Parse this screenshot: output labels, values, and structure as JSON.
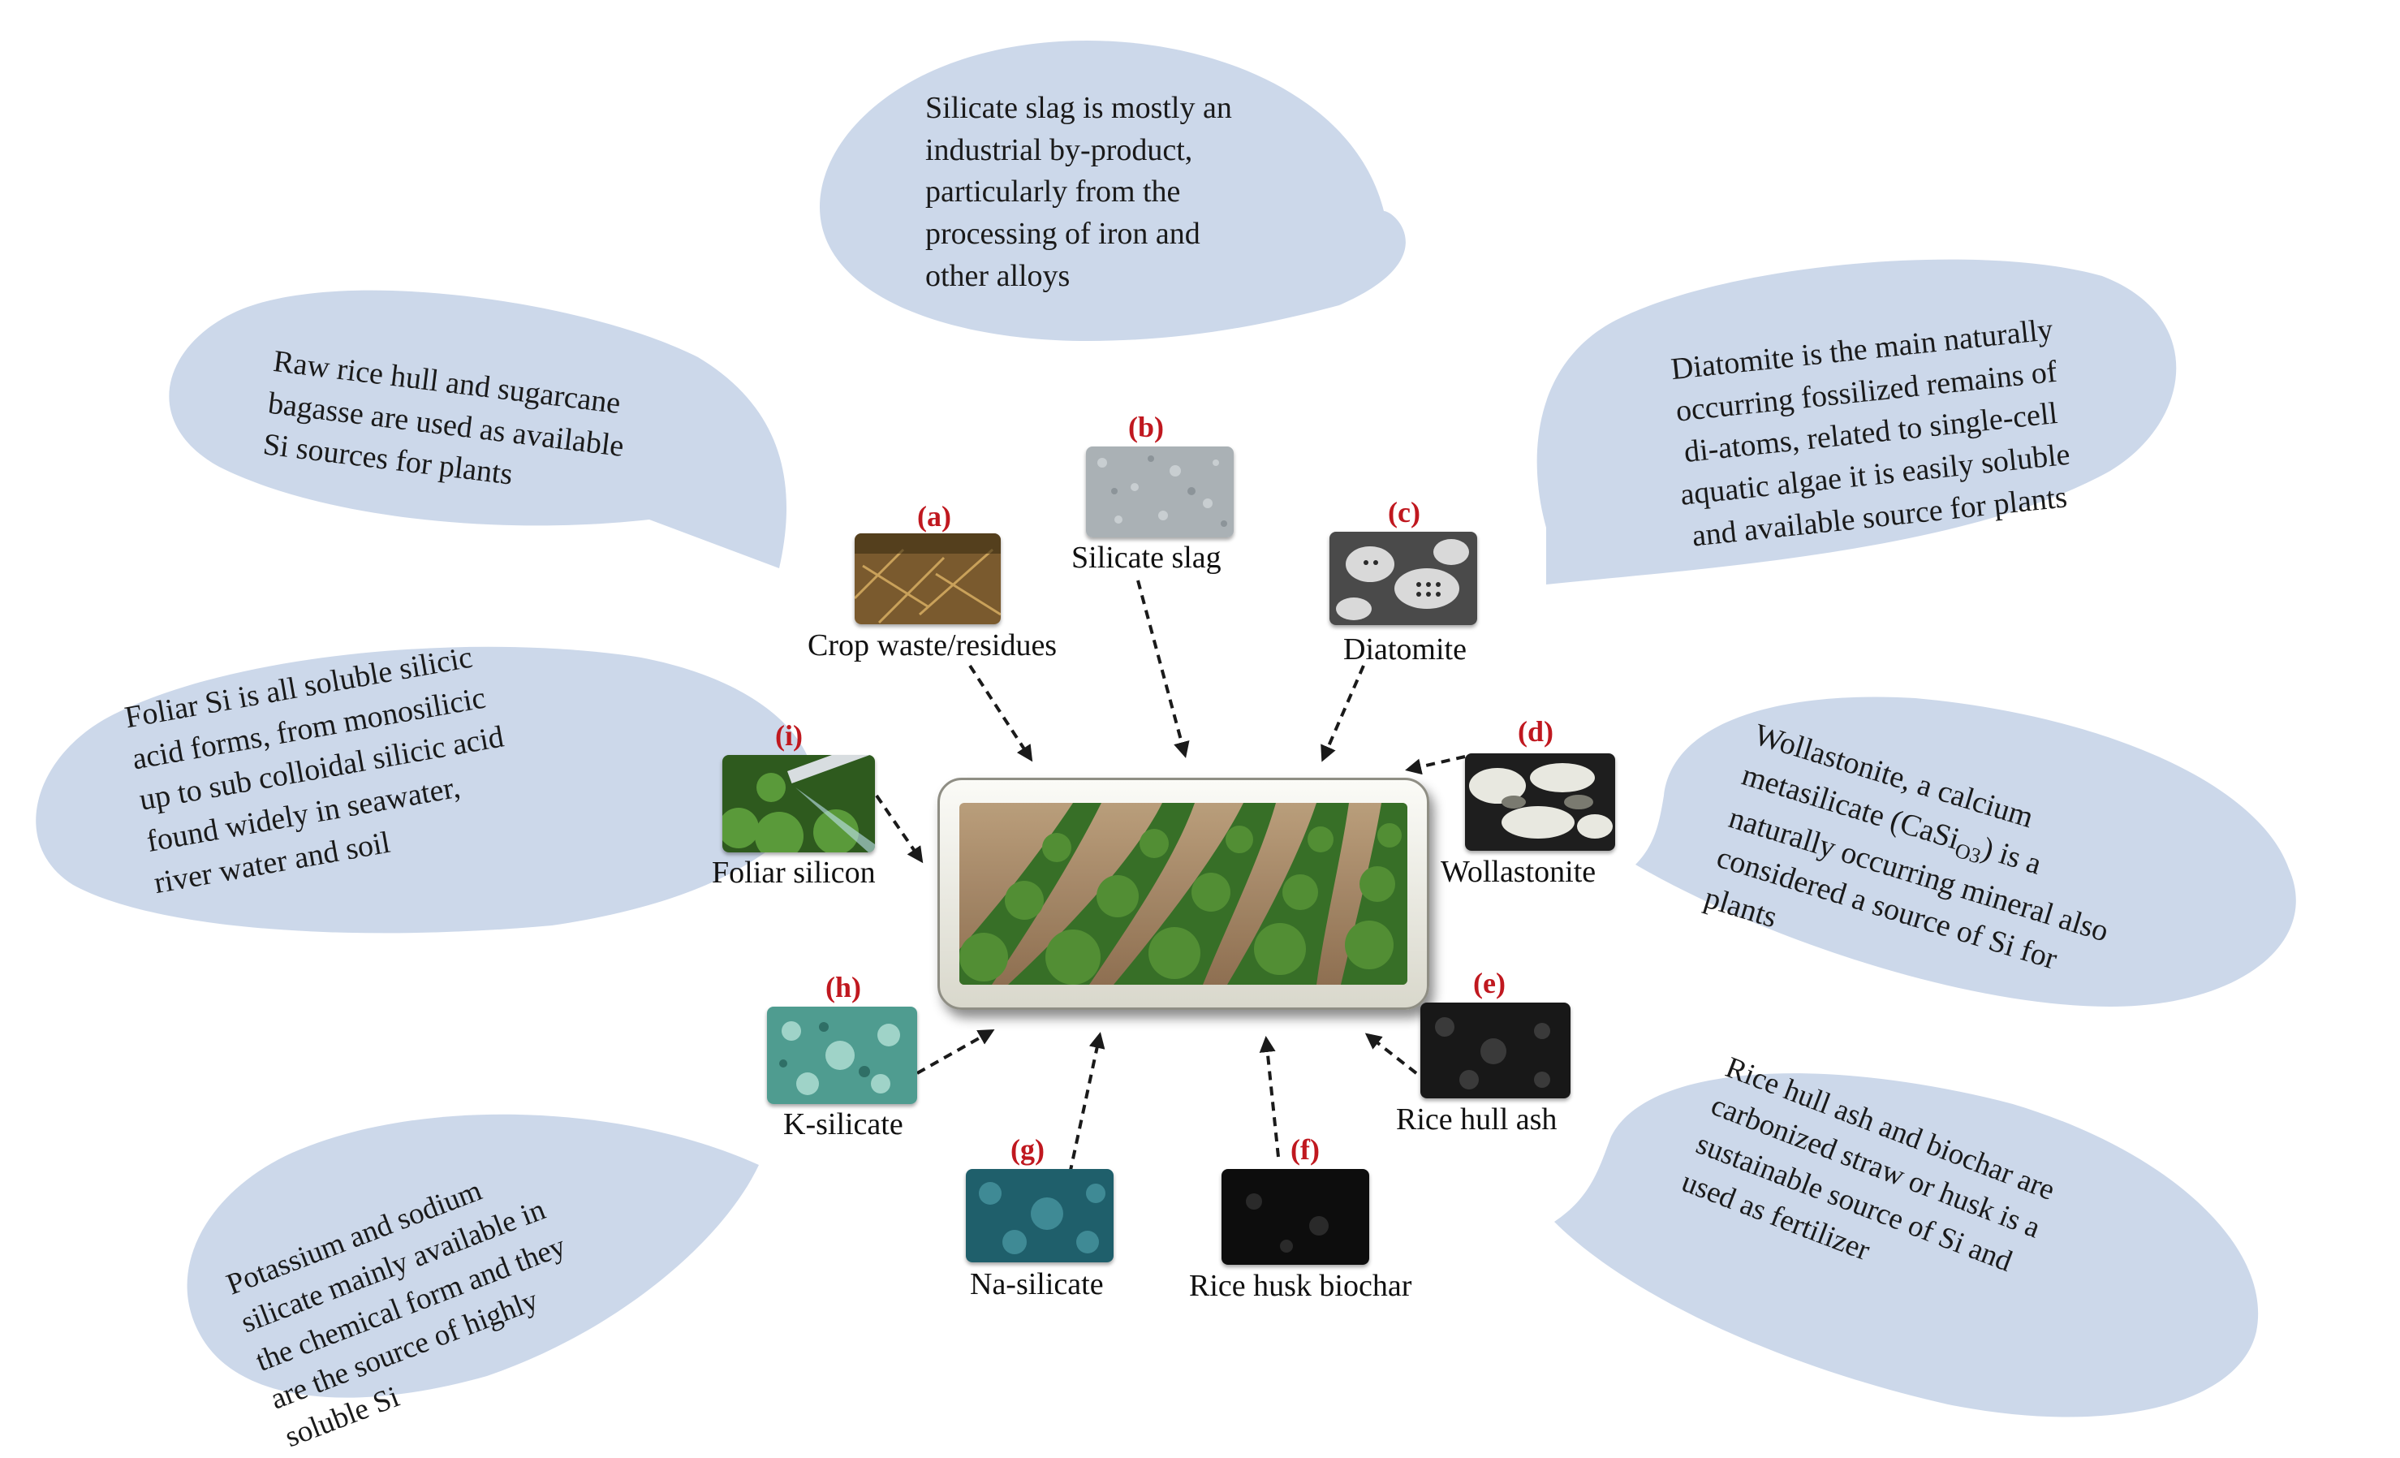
{
  "bubbles": {
    "b": "Silicate  slag  is  mostly  an\nindustrial by-product,\nparticularly from the\n processing of iron and\nother  alloys",
    "a": "Raw rice hull and sugarcane\nbagasse are used as available\nSi sources for plants",
    "c": "Diatomite is the main naturally\noccurring fossilized remains of\ndi-atoms, related to single-cell\naquatic algae it is easily soluble\nand available source for  plants",
    "i": "Foliar Si is all soluble silicic\nacid forms, from monosilicic\nup to sub colloidal silicic acid\nfound widely in seawater,\nriver water and soil",
    "d_1": "Wollastonite, a calcium\nmetasilicate (CaSi",
    "d_sub": "O3",
    "d_2": ") is a\nnaturally occurring mineral also\nconsidered a source of Si for\nplants",
    "h": "Potassium and sodium\nsilicate mainly available in\nthe chemical form and they\nare the source of highly\nsoluble Si",
    "e": "Rice  hull  ash  and  biochar  are\ncarbonized  straw  or  husk  is  a\nsustainable source of Si and\nused as fertilizer"
  },
  "sources": {
    "a": {
      "letter": "(a)",
      "label": "Crop waste/residues"
    },
    "b": {
      "letter": "(b)",
      "label": "Silicate slag"
    },
    "c": {
      "letter": "(c)",
      "label": "Diatomite"
    },
    "d": {
      "letter": "(d)",
      "label": "Wollastonite"
    },
    "e": {
      "letter": "(e)",
      "label": "Rice hull ash"
    },
    "f": {
      "letter": "(f)",
      "label": "Rice husk biochar"
    },
    "g": {
      "letter": "(g)",
      "label": "Na-silicate"
    },
    "h": {
      "letter": "(h)",
      "label": "K-silicate"
    },
    "i": {
      "letter": "(i)",
      "label": "Foliar silicon"
    }
  },
  "colors": {
    "bubble": "#ccd8ea",
    "letter": "#c0181f",
    "arrow": "#1a1a1a"
  }
}
